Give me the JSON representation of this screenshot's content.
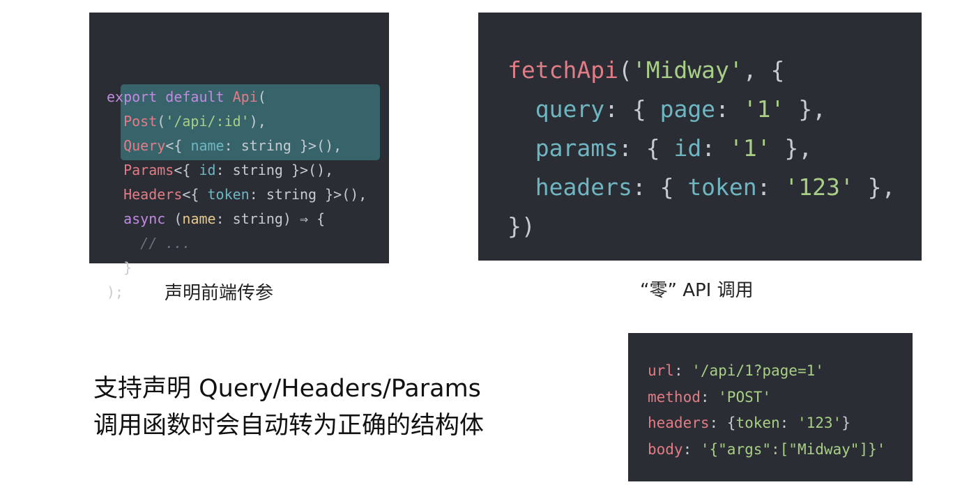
{
  "panels": {
    "declare": {
      "l1": {
        "kw1": "export",
        "kw2": "default",
        "fn": "Api",
        "p": "("
      },
      "l2": {
        "fn": "Post",
        "p1": "(",
        "str": "'/api/:id'",
        "p2": "),"
      },
      "l3": {
        "fn": "Query",
        "p1": "<{ ",
        "key": "name",
        "p2": ": ",
        "typ": "string",
        "p3": " }>(),"
      },
      "l4": {
        "fn": "Params",
        "p1": "<{ ",
        "key": "id",
        "p2": ": ",
        "typ": "string",
        "p3": " }>(),"
      },
      "l5": {
        "fn": "Headers",
        "p1": "<{ ",
        "key": "token",
        "p2": ": ",
        "typ": "string",
        "p3": " }>(),"
      },
      "l6": {
        "kw": "async",
        "p1": " (",
        "prm": "name",
        "p2": ": ",
        "typ": "string",
        "p3": ") ⇒ {"
      },
      "l7": {
        "cmt": "// ..."
      },
      "l8": {
        "p": "}"
      },
      "l9": {
        "p": ");"
      }
    },
    "call": {
      "l1": {
        "fn": "fetchApi",
        "p1": "(",
        "str": "'Midway'",
        "p2": ", {"
      },
      "l2": {
        "key1": "query",
        "p1": ": { ",
        "key2": "page",
        "p2": ": ",
        "str": "'1'",
        "p3": " },"
      },
      "l3": {
        "key1": "params",
        "p1": ": { ",
        "key2": "id",
        "p2": ": ",
        "str": "'1'",
        "p3": " },"
      },
      "l4": {
        "key1": "headers",
        "p1": ": { ",
        "key2": "token",
        "p2": ": ",
        "str": "'123'",
        "p3": " },"
      },
      "l5": {
        "p": "})"
      }
    },
    "result": {
      "l1": {
        "key": "url",
        "p": ": ",
        "str": "'/api/1?page=1'"
      },
      "l2": {
        "key": "method",
        "p": ": ",
        "str": "'POST'"
      },
      "l3": {
        "key": "headers",
        "p1": ": {",
        "key2": "token",
        "p2": ": ",
        "str": "'123'",
        "p3": "}"
      },
      "l4": {
        "key": "body",
        "p": ": ",
        "str": "'{\"args\":[\"Midway\"]}'"
      }
    }
  },
  "captions": {
    "declare": "声明前端传参",
    "call": "“零” API 调用"
  },
  "feature": {
    "line1": "支持声明 Query/Headers/Params",
    "line2": "调用函数时会自动转为正确的结构体"
  },
  "colors": {
    "panel_bg": "#2a2d33",
    "highlight": "#3a6e74",
    "keyword": "#c08be0",
    "function": "#e27c86",
    "string": "#a9cf86",
    "property": "#6fb6c3"
  }
}
